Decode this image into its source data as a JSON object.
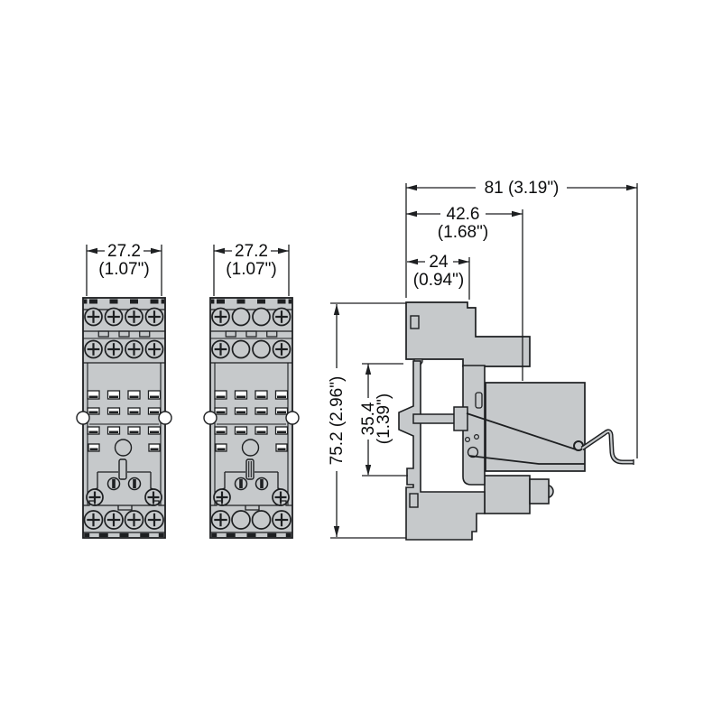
{
  "figure": {
    "type": "technical dimension drawing",
    "subject": "DIN-rail relay sockets - two front views and one side view with plugged relay and metal retaining clip",
    "units": "mm (inch)"
  },
  "colors": {
    "background": "#ffffff",
    "body_fill": "#c6c9cb",
    "line": "#1d1f21",
    "text": "#0c0d0e",
    "white_detail": "#ffffff"
  },
  "front_view_a": {
    "width_mm": "27.2",
    "width_inch": "(1.07\")",
    "terminal_screws": [
      "cross",
      "cross",
      "cross",
      "cross"
    ],
    "bottom_screws": [
      "cross",
      "cross",
      "cross",
      "cross"
    ],
    "double_center_slot": false
  },
  "front_view_b": {
    "width_mm": "27.2",
    "width_inch": "(1.07\")",
    "terminal_screws": [
      "cross",
      "plain",
      "plain",
      "cross"
    ],
    "bottom_screws": [
      "cross",
      "plain",
      "plain",
      "cross"
    ],
    "double_center_slot": true
  },
  "side_view": {
    "overall_width": "81 (3.19\")",
    "depth_to_relay_face_mm": "42.6",
    "depth_to_relay_face_inch": "(1.68\")",
    "base_depth_mm": "24",
    "base_depth_inch": "(0.94\")",
    "overall_height": "75.2 (2.96\")",
    "din_channel_height_mm": "35.4",
    "din_channel_height_inch": "(1.39\")"
  }
}
